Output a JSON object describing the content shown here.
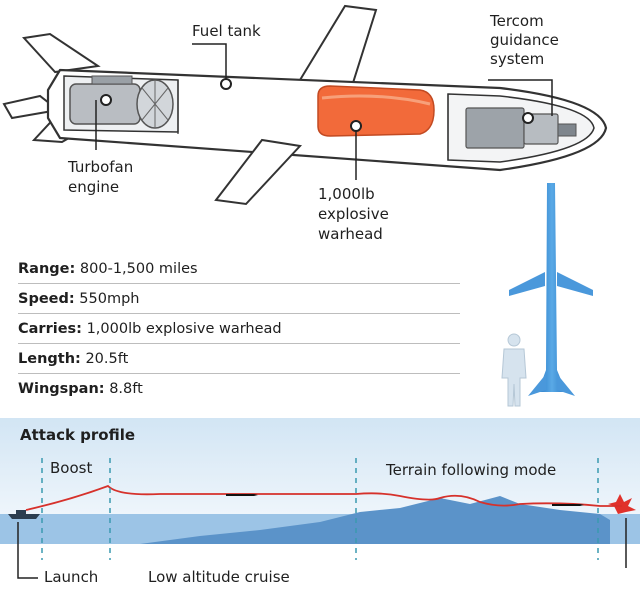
{
  "callouts": {
    "fuel_tank": "Fuel tank",
    "tercom": "Tercom\nguidance\nsystem",
    "turbofan": "Turbofan\nengine",
    "warhead": "1,000lb\nexplosive\nwarhead"
  },
  "specs": [
    {
      "key": "Range:",
      "value": " 800-1,500 miles"
    },
    {
      "key": "Speed:",
      "value": " 550mph"
    },
    {
      "key": "Carries:",
      "value": " 1,000lb explosive warhead"
    },
    {
      "key": "Length:",
      "value": " 20.5ft"
    },
    {
      "key": "Wingspan:",
      "value": " 8.8ft"
    }
  ],
  "profile": {
    "title": "Attack profile",
    "boost": "Boost",
    "terrain": "Terrain following mode",
    "launch": "Launch",
    "cruise": "Low altitude cruise"
  },
  "colors": {
    "missile_outline": "#333333",
    "missile_body": "#ffffff",
    "engine": "#b9bdc2",
    "warhead": "#f26a3a",
    "side_missile": "#3a8fd6",
    "sky": "#dceaf6",
    "sea": "#9cc4e6",
    "land": "#5b93c9",
    "flight_path": "#d6312b",
    "guide_lines": "#3b9ab0"
  }
}
